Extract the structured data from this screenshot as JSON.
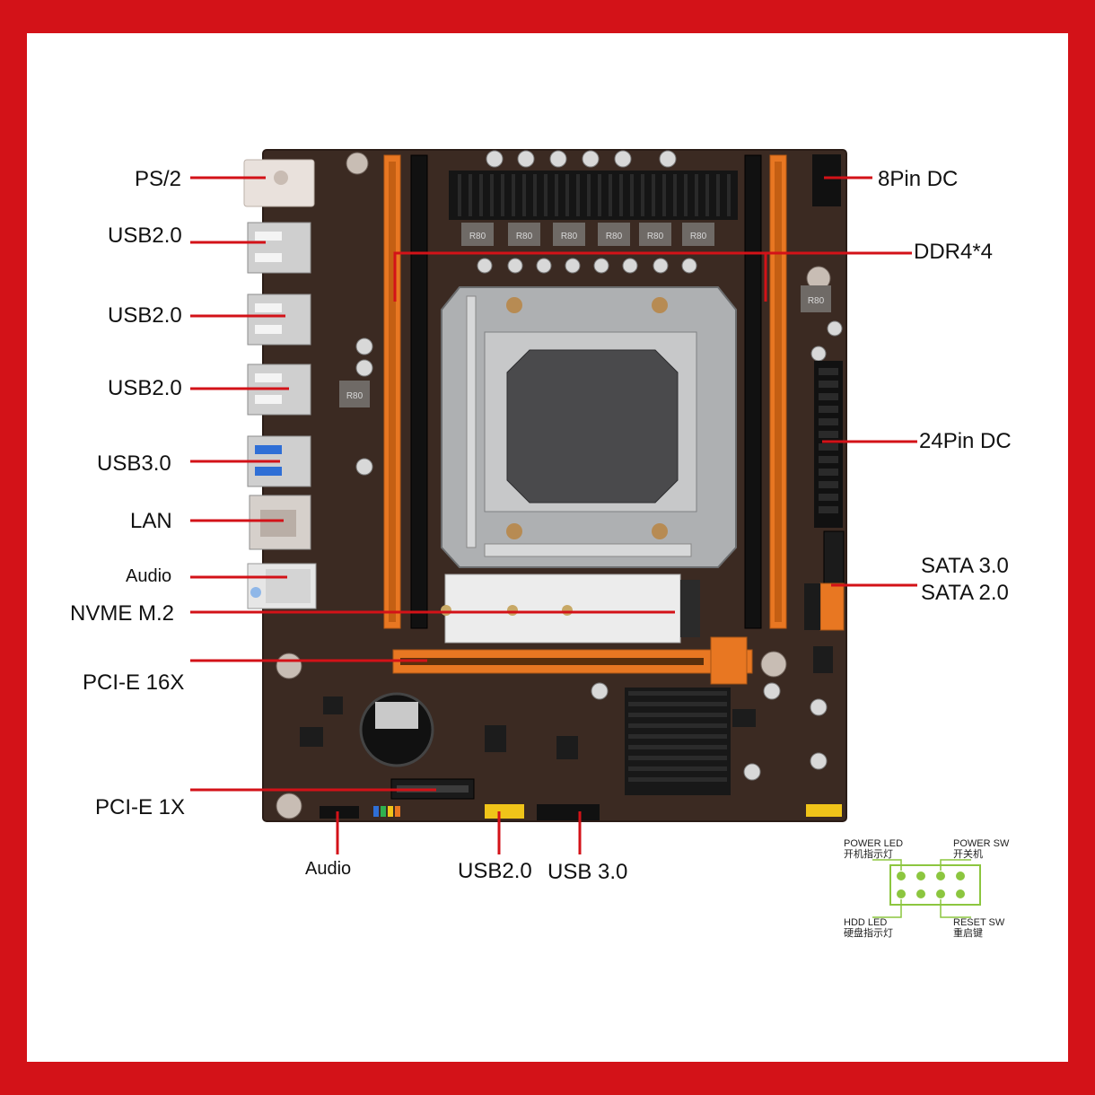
{
  "colors": {
    "frame": "#d31218",
    "board": "#3b2a22",
    "slot_orange": "#e87722",
    "leader_line": "#d31218",
    "heatsink": "#1a1a1a",
    "header_green": "#8cc63f"
  },
  "labels": {
    "ps2": "PS/2",
    "usb2_a": "USB2.0",
    "usb2_b": "USB2.0",
    "usb2_c": "USB2.0",
    "usb3": "USB3.0",
    "lan": "LAN",
    "audio_io": "Audio",
    "nvme": "NVME M.2",
    "pcie16": "PCI-E 16X",
    "pcie1": "PCI-E 1X",
    "audio_header": "Audio",
    "usb2_header": "USB2.0",
    "usb3_header": "USB 3.0",
    "pin8": "8Pin DC",
    "ddr4": "DDR4*4",
    "pin24": "24Pin DC",
    "sata3": "SATA 3.0",
    "sata2": "SATA 2.0"
  },
  "front_panel": {
    "power_led": "POWER LED",
    "power_led_cn": "开机指示灯",
    "power_sw": "POWER SW",
    "power_sw_cn": "开关机",
    "hdd_led": "HDD LED",
    "hdd_led_cn": "硬盘指示灯",
    "reset_sw": "RESET SW",
    "reset_sw_cn": "重启键"
  },
  "inductor_marking": "R80"
}
